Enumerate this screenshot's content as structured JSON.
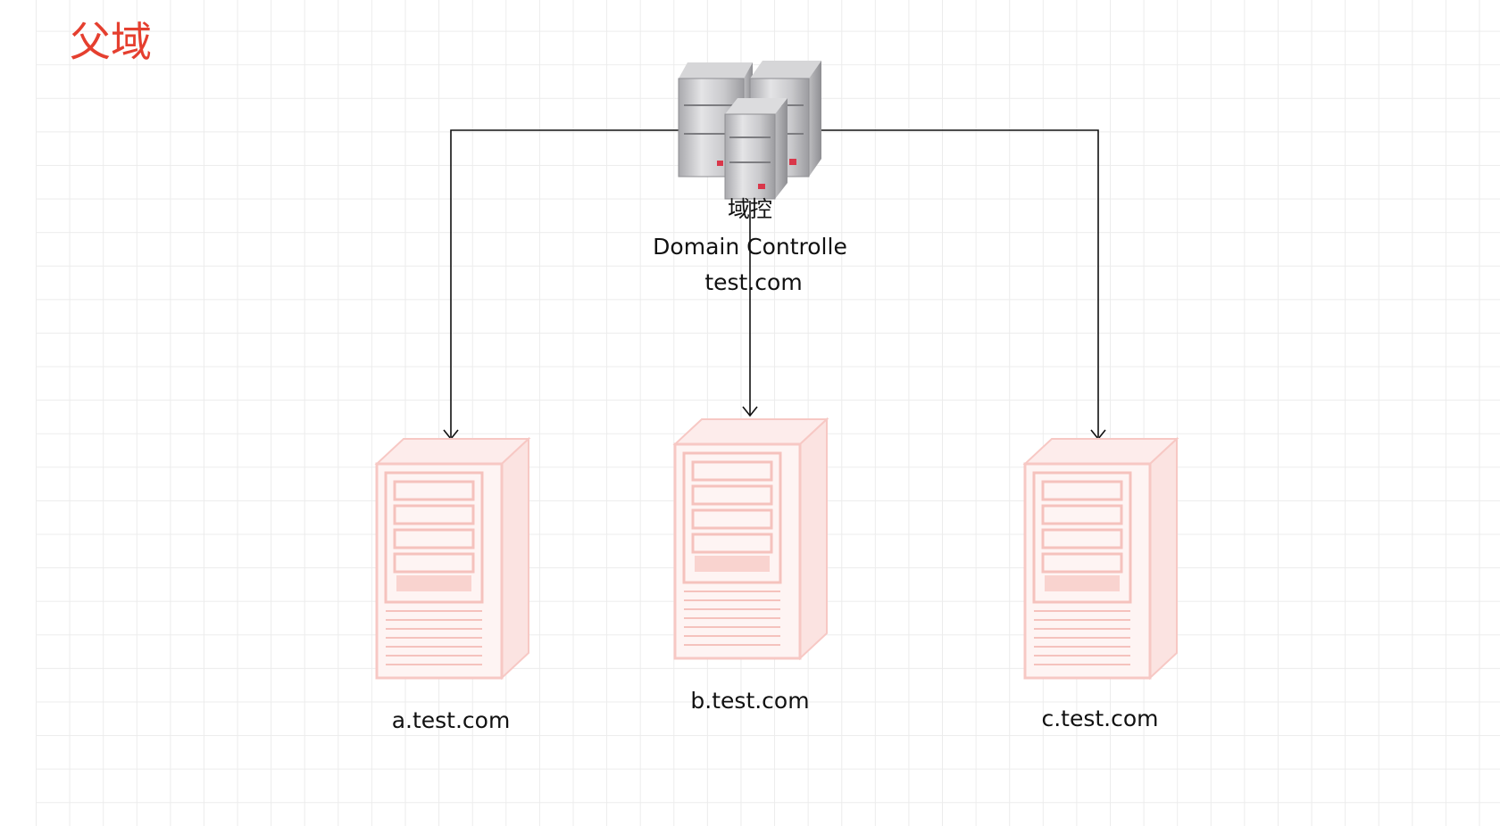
{
  "diagram": {
    "title": "父域",
    "colors": {
      "title": "#e53f2f",
      "line": "#111111",
      "child_server": "#f9c9c5"
    },
    "root": {
      "icon": "server-rack-icon",
      "label_line1": "域控",
      "label_line2": "Domain Controlle",
      "label_line3": "test.com"
    },
    "children": [
      {
        "icon": "server-tower-icon",
        "label": "a.test.com"
      },
      {
        "icon": "server-tower-icon",
        "label": "b.test.com"
      },
      {
        "icon": "server-tower-icon",
        "label": "c.test.com"
      }
    ]
  }
}
